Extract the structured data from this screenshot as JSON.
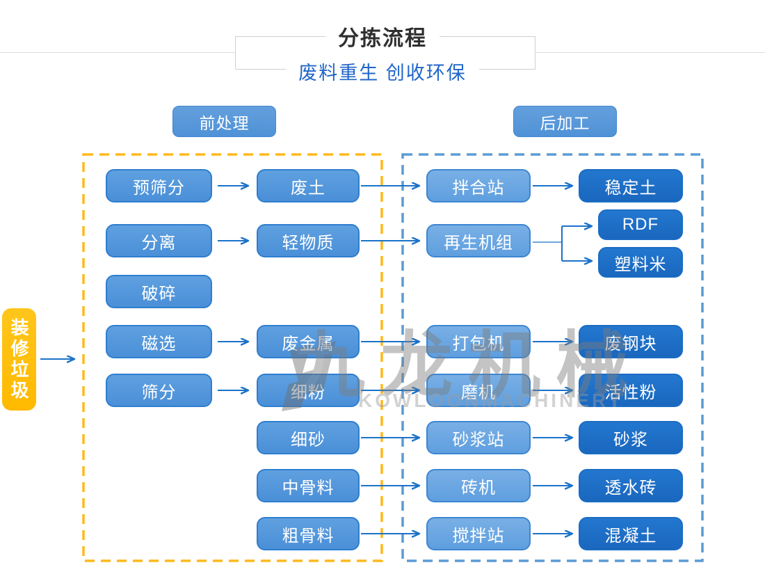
{
  "page": {
    "title": "分拣流程",
    "subtitle": "废料重生 创收环保"
  },
  "sections": {
    "pre": "前处理",
    "post": "后加工"
  },
  "source_label": "装修垃圾",
  "nodes": {
    "col1": [
      {
        "label": "预筛分"
      },
      {
        "label": "分离"
      },
      {
        "label": "破碎"
      },
      {
        "label": "磁选"
      },
      {
        "label": "筛分"
      }
    ],
    "col2": [
      {
        "label": "废土"
      },
      {
        "label": "轻物质"
      },
      {
        "label": "废金属"
      },
      {
        "label": "细粉"
      },
      {
        "label": "细砂"
      },
      {
        "label": "中骨料"
      },
      {
        "label": "粗骨料"
      }
    ],
    "col3": [
      {
        "label": "拌合站"
      },
      {
        "label": "再生机组"
      },
      {
        "label": "打包机"
      },
      {
        "label": "磨机"
      },
      {
        "label": "砂浆站"
      },
      {
        "label": "砖机"
      },
      {
        "label": "搅拌站"
      }
    ],
    "col4": [
      {
        "label": "稳定土"
      },
      {
        "label": "RDF"
      },
      {
        "label": "塑料米"
      },
      {
        "label": "废钢块"
      },
      {
        "label": "活性粉"
      },
      {
        "label": "砂浆"
      },
      {
        "label": "透水砖"
      },
      {
        "label": "混凝土"
      }
    ]
  },
  "watermark": {
    "cn": "九龙机械",
    "en": "KOWLOONMACHINERY"
  },
  "colors": {
    "node_medium_blue": "#4E93DA",
    "node_light_blue": "#6CA7E2",
    "node_dark_blue": "#1E6EC6",
    "source_yellow": "#FFBE10",
    "dashed_yellow": "#FFB81C",
    "dashed_blue": "#5B9BD5",
    "arrow_blue": "#1B72C8",
    "subtitle_blue": "#2065C9"
  }
}
